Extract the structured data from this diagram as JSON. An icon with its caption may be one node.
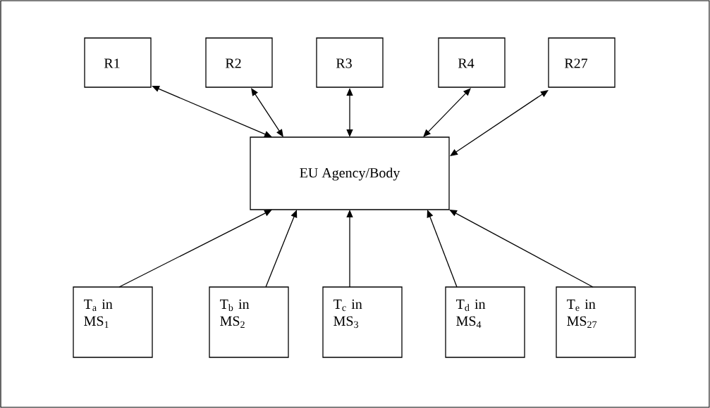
{
  "diagram": {
    "nodes": [
      {
        "text": [
          "R1"
        ]
      },
      {
        "text": [
          "R2"
        ]
      },
      {
        "text": [
          "R3"
        ]
      },
      {
        "text": [
          "R4"
        ]
      },
      {
        "text": [
          "R27"
        ]
      },
      {
        "text": [
          "EU Agency/Body"
        ]
      },
      {
        "text": [
          "T$_{a}$ in MS$_{1}$"
        ]
      },
      {
        "text": [
          "T$_{b}$ in MS$_{2}$"
        ]
      },
      {
        "text": [
          "T$_{c}$ in MS$_{3}$"
        ]
      },
      {
        "text": [
          "T$_{d}$ in MS$_{4}$"
        ]
      },
      {
        "text": [
          "T$_{e}$ in MS$_{27}$"
        ]
      }
    ],
    "edges": [
      {
        "from": 0,
        "to": 5,
        "arrow": "both"
      },
      {
        "from": 1,
        "to": 5,
        "arrow": "both"
      },
      {
        "from": 2,
        "to": 5,
        "arrow": "both"
      },
      {
        "from": 3,
        "to": 5,
        "arrow": "both"
      },
      {
        "from": 4,
        "to": 5,
        "arrow": "both"
      },
      {
        "from": 6,
        "to": 5,
        "arrow": "to"
      },
      {
        "from": 7,
        "to": 5,
        "arrow": "to"
      },
      {
        "from": 8,
        "to": 5,
        "arrow": "to"
      },
      {
        "from": 9,
        "to": 5,
        "arrow": "to"
      },
      {
        "from": 10,
        "to": 5,
        "arrow": "to"
      }
    ]
  }
}
